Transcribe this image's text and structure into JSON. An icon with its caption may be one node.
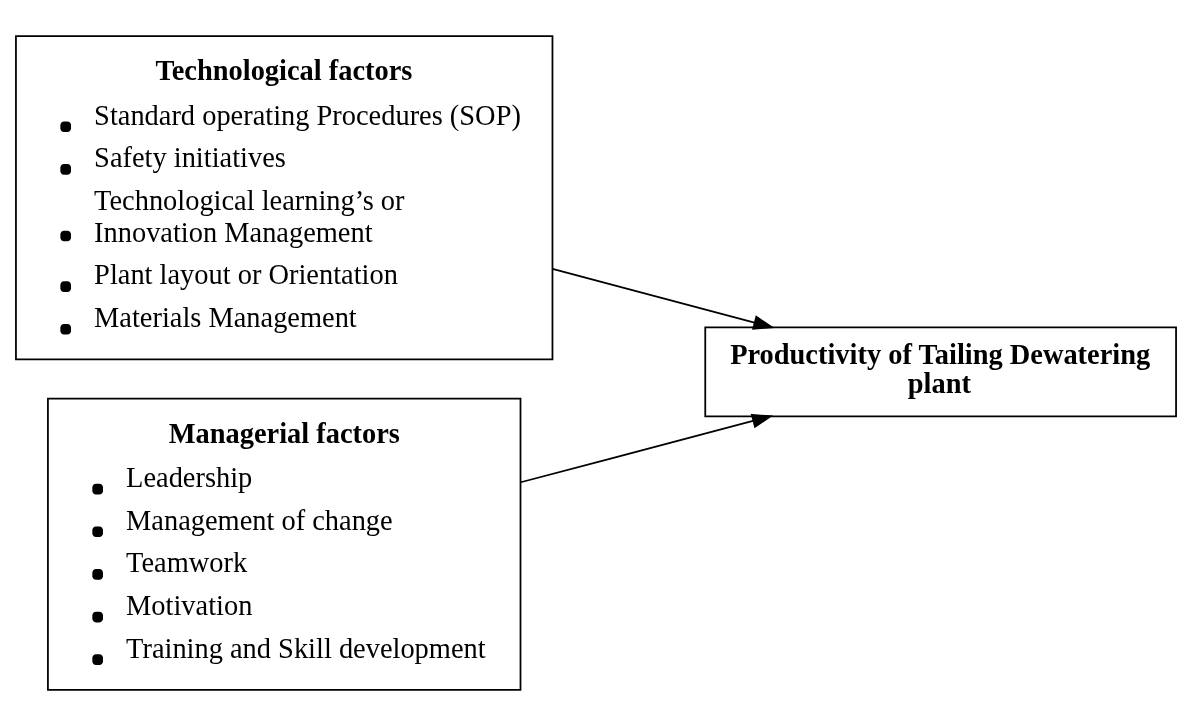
{
  "diagram": {
    "nodes": [
      {
        "text": [
          "Technological factors",
          "Standard operating Procedures (SOP)",
          "Safety initiatives",
          "Technological learning’s or Innovation Management",
          "Plant layout or Orientation",
          "Materials Management"
        ]
      },
      {
        "text": [
          "Managerial factors",
          "Leadership",
          "Management of change",
          "Teamwork",
          "Motivation",
          "Training and Skill development"
        ]
      },
      {
        "text": [
          "Productivity of Tailing Dewatering plant"
        ]
      }
    ],
    "edges": [
      {
        "from": 0,
        "to": 2,
        "arrow": "to"
      },
      {
        "from": 1,
        "to": 2,
        "arrow": "to"
      }
    ]
  }
}
